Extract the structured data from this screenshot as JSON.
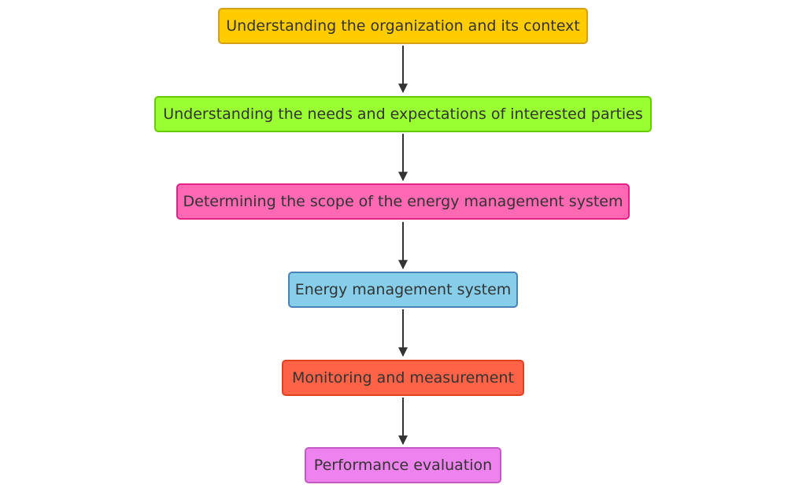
{
  "diagram": {
    "nodes": [
      {
        "label": "Understanding the organization and its context",
        "fill": "#FFCC00",
        "stroke": "#D4A017"
      },
      {
        "label": "Understanding the needs and expectations of interested parties",
        "fill": "#99FF33",
        "stroke": "#66CC00"
      },
      {
        "label": "Determining the scope of the energy management system",
        "fill": "#FF69B4",
        "stroke": "#E0218A"
      },
      {
        "label": "Energy management system",
        "fill": "#87CEEB",
        "stroke": "#4682B4"
      },
      {
        "label": "Monitoring and measurement",
        "fill": "#FF6347",
        "stroke": "#E0401F"
      },
      {
        "label": "Performance evaluation",
        "fill": "#EE82EE",
        "stroke": "#C45AC4"
      }
    ],
    "edges": [
      {
        "from": 0,
        "to": 1
      },
      {
        "from": 1,
        "to": 2
      },
      {
        "from": 2,
        "to": 3
      },
      {
        "from": 3,
        "to": 4
      },
      {
        "from": 4,
        "to": 5
      }
    ],
    "edge_color": "#333333"
  }
}
